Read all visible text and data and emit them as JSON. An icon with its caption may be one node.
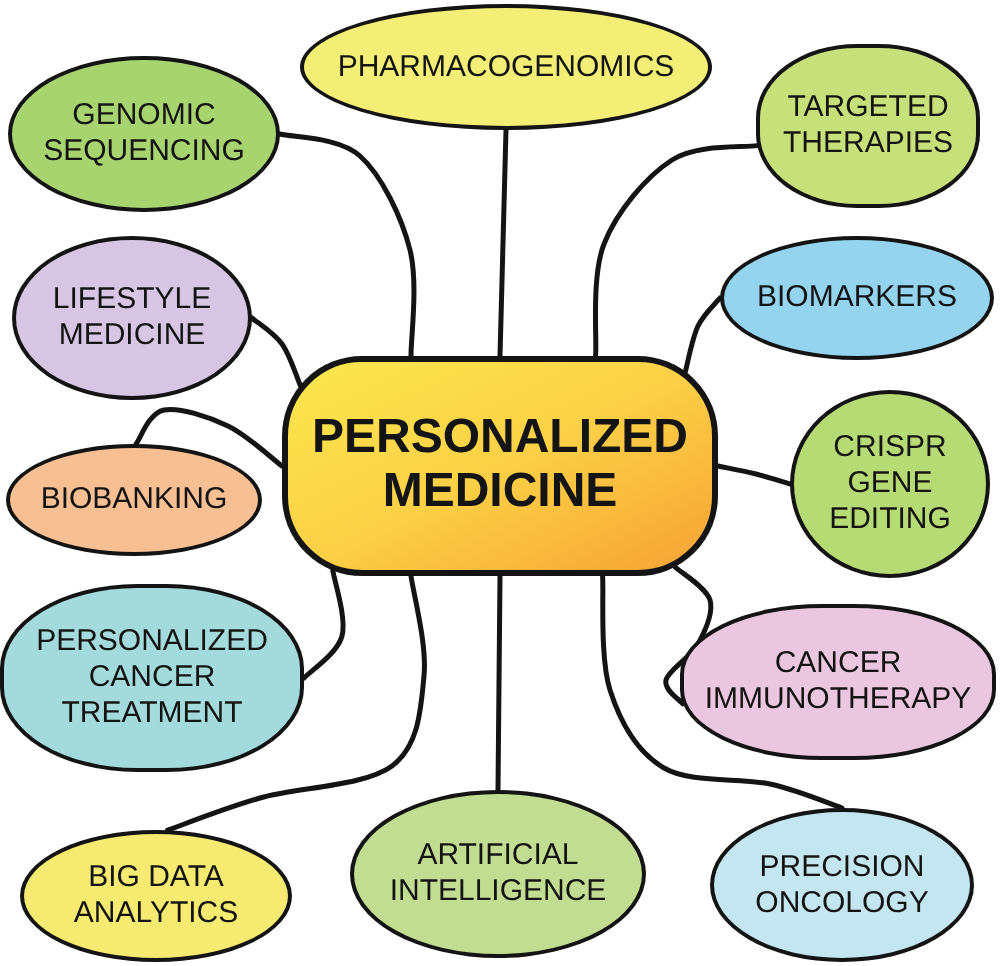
{
  "diagram": {
    "nodes": [
      {
        "text": [
          "PERSONALIZED MEDICINE"
        ]
      },
      {
        "text": [
          "GENOMIC SEQUENCING"
        ]
      },
      {
        "text": [
          "PHARMACOGENOMICS"
        ]
      },
      {
        "text": [
          "TARGETED THERAPIES"
        ]
      },
      {
        "text": [
          "LIFESTYLE MEDICINE"
        ]
      },
      {
        "text": [
          "BIOMARKERS"
        ]
      },
      {
        "text": [
          "BIOBANKING"
        ]
      },
      {
        "text": [
          "CRISPR GENE EDITING"
        ]
      },
      {
        "text": [
          "PERSONALIZED CANCER TREATMENT"
        ]
      },
      {
        "text": [
          "CANCER IMMUNOTHERAPY"
        ]
      },
      {
        "text": [
          "BIG DATA ANALYTICS"
        ]
      },
      {
        "text": [
          "ARTIFICIAL INTELLIGENCE"
        ]
      },
      {
        "text": [
          "PRECISION ONCOLOGY"
        ]
      }
    ],
    "edges": [
      {
        "from": 0,
        "to": 1,
        "arrow": "none"
      },
      {
        "from": 0,
        "to": 2,
        "arrow": "none"
      },
      {
        "from": 0,
        "to": 3,
        "arrow": "none"
      },
      {
        "from": 0,
        "to": 4,
        "arrow": "none"
      },
      {
        "from": 0,
        "to": 5,
        "arrow": "none"
      },
      {
        "from": 0,
        "to": 6,
        "arrow": "none"
      },
      {
        "from": 0,
        "to": 7,
        "arrow": "none"
      },
      {
        "from": 0,
        "to": 8,
        "arrow": "none"
      },
      {
        "from": 0,
        "to": 9,
        "arrow": "none"
      },
      {
        "from": 0,
        "to": 10,
        "arrow": "none"
      },
      {
        "from": 0,
        "to": 11,
        "arrow": "none"
      },
      {
        "from": 0,
        "to": 12,
        "arrow": "none"
      }
    ]
  }
}
